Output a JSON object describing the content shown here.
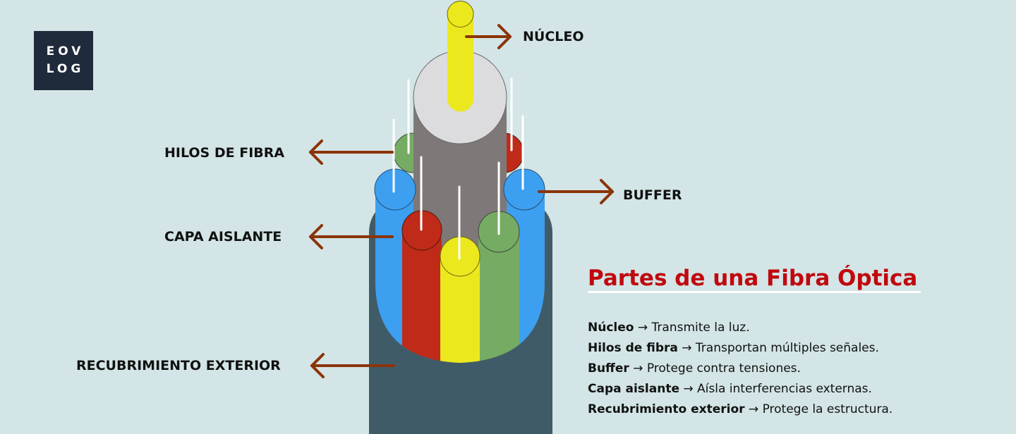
{
  "logo": {
    "line1": "EOV",
    "line2": "LOG"
  },
  "labels": {
    "nucleo": "NÚCLEO",
    "hilos": "HILOS DE FIBRA",
    "buffer": "BUFFER",
    "capa": "CAPA AISLANTE",
    "recubrimiento": "RECUBRIMIENTO EXTERIOR"
  },
  "legend": {
    "title": "Partes de una Fibra Óptica",
    "items": [
      {
        "term": "Núcleo",
        "sep": "→",
        "desc": "Transmite la luz."
      },
      {
        "term": "Hilos de fibra",
        "sep": "→",
        "desc": "Transportan múltiples señales."
      },
      {
        "term": "Buffer",
        "sep": "→",
        "desc": "Protege contra tensiones."
      },
      {
        "term": "Capa aislante",
        "sep": "→",
        "desc": "Aísla interferencias externas."
      },
      {
        "term": "Recubrimiento exterior",
        "sep": "→",
        "desc": "Protege la estructura."
      }
    ]
  },
  "colors": {
    "background": "#d3e5e6",
    "jacket": "#405b68",
    "buffer_tube": "#7f7878",
    "buffer_top": "#dcdcdf",
    "core": "#ece81e",
    "blue": "#3d9fef",
    "red": "#c02a18",
    "green": "#76ab63",
    "yellow": "#ece81e",
    "arrow": "#8b3307",
    "title": "#c0080e"
  }
}
